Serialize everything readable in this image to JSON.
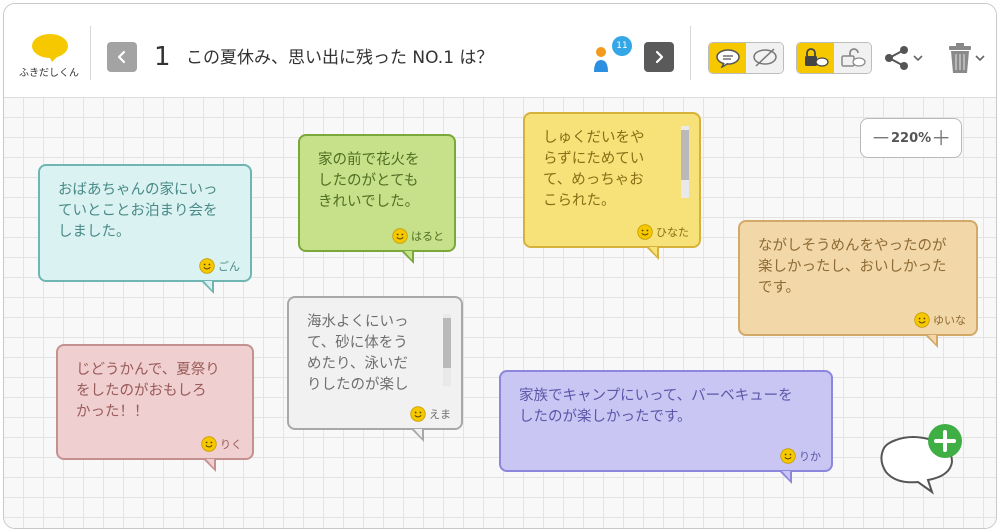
{
  "app": {
    "logo_text": "ふきだしくん"
  },
  "header": {
    "question_number": "1",
    "question_title": "この夏休み、思い出に残った NO.1 は？",
    "participants_count": "11"
  },
  "zoom": {
    "minus": "－",
    "value": "220%",
    "plus": "＋"
  },
  "cards": [
    {
      "id": "gon",
      "text": "おばあちゃんの家にいっ\nていとことお泊まり会を\nしました。",
      "author": "ごん",
      "bg": "#daf2f1",
      "border": "#6fb6b3",
      "text_color": "#4a8a88"
    },
    {
      "id": "haruto",
      "text": "家の前で花火を\nしたのがとても\nきれいでした。",
      "author": "はると",
      "bg": "#c7e08a",
      "border": "#7aa83a",
      "text_color": "#4f6f24"
    },
    {
      "id": "hinata",
      "text": "しゅくだいをや\nらずにためてい\nて、めっちゃお\nこられた。",
      "author": "ひなた",
      "bg": "#f7e27a",
      "border": "#d6b23c",
      "text_color": "#8a6d14"
    },
    {
      "id": "yuina",
      "text": "ながしそうめんをやったのが\n楽しかったし、おいしかった\nです。",
      "author": "ゆいな",
      "bg": "#f2d8a8",
      "border": "#d2a969",
      "text_color": "#8e6a34"
    },
    {
      "id": "ema",
      "text": "海水よくにいっ\nて、砂に体をう\nめたり、泳いだ\nりしたのが楽し",
      "author": "えま",
      "bg": "#f1f1f1",
      "border": "#a8a8a8",
      "text_color": "#6e6e6e"
    },
    {
      "id": "riku",
      "text": "じどうかんで、夏祭り\nをしたのがおもしろ\nかった！！",
      "author": "りく",
      "bg": "#efcfcf",
      "border": "#c49191",
      "text_color": "#9a5a5a"
    },
    {
      "id": "rika",
      "text": "家族でキャンプにいって、バーベキューを\nしたのが楽しかったです。",
      "author": "りか",
      "bg": "#c9c6f4",
      "border": "#8c86dc",
      "text_color": "#5d56a8"
    }
  ],
  "icons": {
    "prev": "chevron-left-icon",
    "next": "chevron-right-icon",
    "participants": "users-icon",
    "share": "share-icon",
    "trash": "trash-icon",
    "add": "plus-icon"
  }
}
